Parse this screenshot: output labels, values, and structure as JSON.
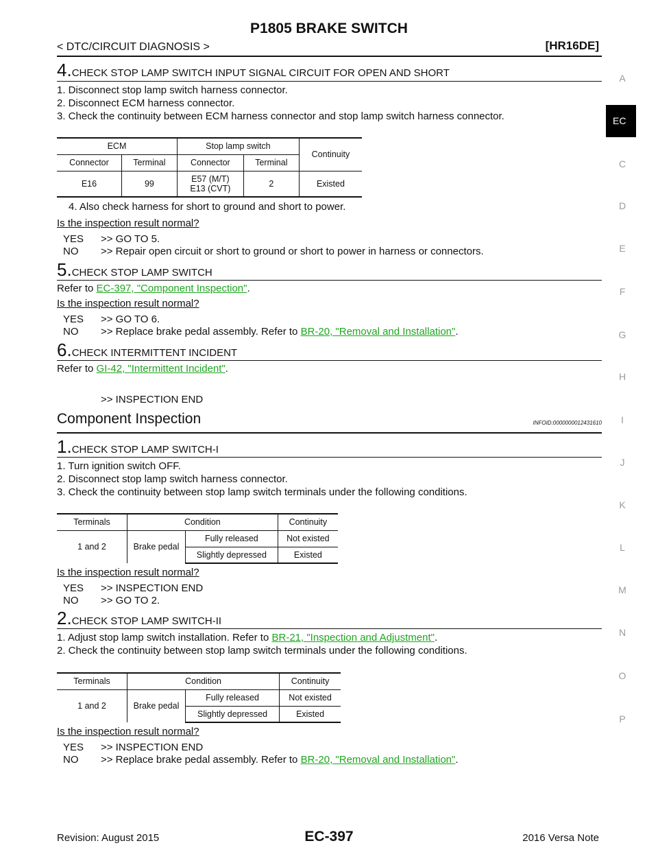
{
  "header": {
    "title": "P1805 BRAKE SWITCH",
    "section": "< DTC/CIRCUIT DIAGNOSIS >",
    "engine": "[HR16DE]"
  },
  "step4": {
    "num": "4.",
    "title": "CHECK STOP LAMP SWITCH INPUT SIGNAL CIRCUIT FOR OPEN AND SHORT",
    "items": [
      "1. Disconnect stop lamp switch harness connector.",
      "2. Disconnect ECM harness connector.",
      "3. Check the continuity between ECM harness connector and stop lamp switch harness connector."
    ],
    "table": {
      "group1": "ECM",
      "group2": "Stop lamp switch",
      "continuity": "Continuity",
      "sub": [
        "Connector",
        "Terminal",
        "Connector",
        "Terminal"
      ],
      "row": [
        "E16",
        "99",
        "E57 (M/T)",
        "E13 (CVT)",
        "2",
        "Existed"
      ]
    },
    "item4": "4. Also check harness for short to ground and short to power.",
    "question": "Is the inspection result normal?",
    "yes_key": "YES",
    "yes_text": ">> GO TO 5.",
    "no_key": "NO",
    "no_text": ">> Repair open circuit or short to ground or short to power in harness or connectors."
  },
  "step5": {
    "num": "5.",
    "title": "CHECK STOP LAMP SWITCH",
    "refer": "Refer to ",
    "link": "EC-397, \"Component Inspection\"",
    "period": ".",
    "question": "Is the inspection result normal?",
    "yes_key": "YES",
    "yes_text": ">> GO TO 6.",
    "no_key": "NO",
    "no_text": ">> Replace brake pedal assembly. Refer to ",
    "no_link": "BR-20, \"Removal and Installation\"",
    "no_period": "."
  },
  "step6": {
    "num": "6.",
    "title": "CHECK INTERMITTENT INCIDENT",
    "refer": "Refer to ",
    "link": "GI-42, \"Intermittent Incident\"",
    "period": ".",
    "end": ">> INSPECTION END"
  },
  "component": {
    "heading": "Component Inspection",
    "infoid": "INFOID:0000000012431610"
  },
  "cstep1": {
    "num": "1.",
    "title": "CHECK STOP LAMP SWITCH-I",
    "items": [
      "1. Turn ignition switch OFF.",
      "2. Disconnect stop lamp switch harness connector.",
      "3. Check the continuity between stop lamp switch terminals under the following conditions."
    ],
    "table": {
      "h_terminals": "Terminals",
      "h_condition": "Condition",
      "h_continuity": "Continuity",
      "terminals": "1 and 2",
      "condition": "Brake pedal",
      "r1c": "Fully released",
      "r1v": "Not existed",
      "r2c": "Slightly depressed",
      "r2v": "Existed"
    },
    "question": "Is the inspection result normal?",
    "yes_key": "YES",
    "yes_text": ">> INSPECTION END",
    "no_key": "NO",
    "no_text": ">> GO TO 2."
  },
  "cstep2": {
    "num": "2.",
    "title": "CHECK STOP LAMP SWITCH-II",
    "item1": "1. Adjust stop lamp switch installation. Refer to ",
    "item1_link": "BR-21, \"Inspection and Adjustment\"",
    "item1_period": ".",
    "item2": "2. Check the continuity between stop lamp switch terminals under the following conditions.",
    "table": {
      "h_terminals": "Terminals",
      "h_condition": "Condition",
      "h_continuity": "Continuity",
      "terminals": "1 and 2",
      "condition": "Brake pedal",
      "r1c": "Fully released",
      "r1v": "Not existed",
      "r2c": "Slightly depressed",
      "r2v": "Existed"
    },
    "question": "Is the inspection result normal?",
    "yes_key": "YES",
    "yes_text": ">> INSPECTION END",
    "no_key": "NO",
    "no_text": ">> Replace brake pedal assembly. Refer to ",
    "no_link": "BR-20, \"Removal and Installation\"",
    "no_period": "."
  },
  "sidebar": {
    "letters": [
      "A",
      "C",
      "D",
      "E",
      "F",
      "G",
      "H",
      "I",
      "J",
      "K",
      "L",
      "M",
      "N",
      "O",
      "P"
    ],
    "active": "EC"
  },
  "footer": {
    "revision": "Revision: August 2015",
    "page": "EC-397",
    "model": "2016 Versa Note"
  },
  "colors": {
    "link": "#1ea51e",
    "sidebar": "#9a9a9a",
    "tab_bg": "#000000"
  }
}
